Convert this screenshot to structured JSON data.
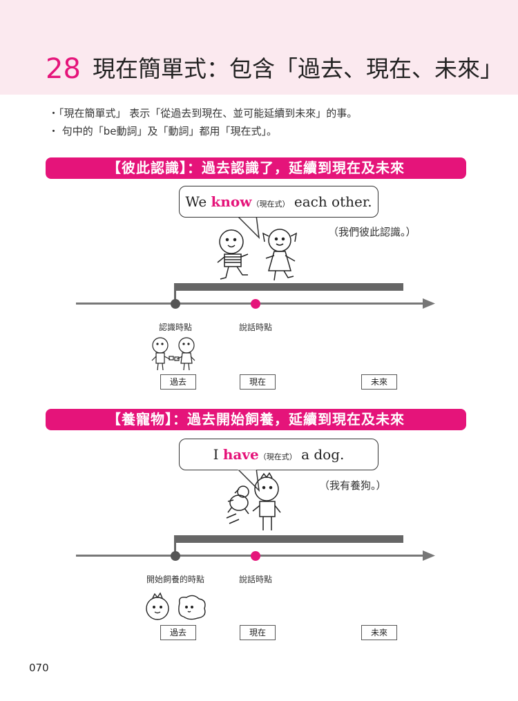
{
  "header": {
    "chapter_number": "28",
    "chapter_title": "現在簡單式：包含「過去、現在、未來」"
  },
  "bullets": [
    "・「現在簡單式」 表示「從過去到現在、並可能延續到未來」的事。",
    "・ 句中的「be動詞」及「動詞」都用「現在式」。"
  ],
  "section1": {
    "banner": "【彼此認識】：過去認識了，延續到現在及未來",
    "sentence_pre": "We ",
    "sentence_verb": "know",
    "sentence_tag": "（現在式）",
    "sentence_post": " each other.",
    "translation": "（我們彼此認識。）",
    "point_past_label": "認識時點",
    "point_now_label": "說話時點",
    "box_past": "過去",
    "box_now": "現在",
    "box_future": "未來"
  },
  "section2": {
    "banner": "【養寵物】：過去開始飼養，延續到現在及未來",
    "sentence_pre": "I ",
    "sentence_verb": "have",
    "sentence_tag": "（現在式）",
    "sentence_post": " a dog.",
    "translation": "（我有養狗。）",
    "point_past_label": "開始飼養的時點",
    "point_now_label": "說話時點",
    "box_past": "過去",
    "box_now": "現在",
    "box_future": "未來"
  },
  "footer": {
    "page_number": "070"
  },
  "colors": {
    "accent": "#e5147a",
    "header_bg": "#fbe9ef",
    "timeline": "#666666"
  }
}
